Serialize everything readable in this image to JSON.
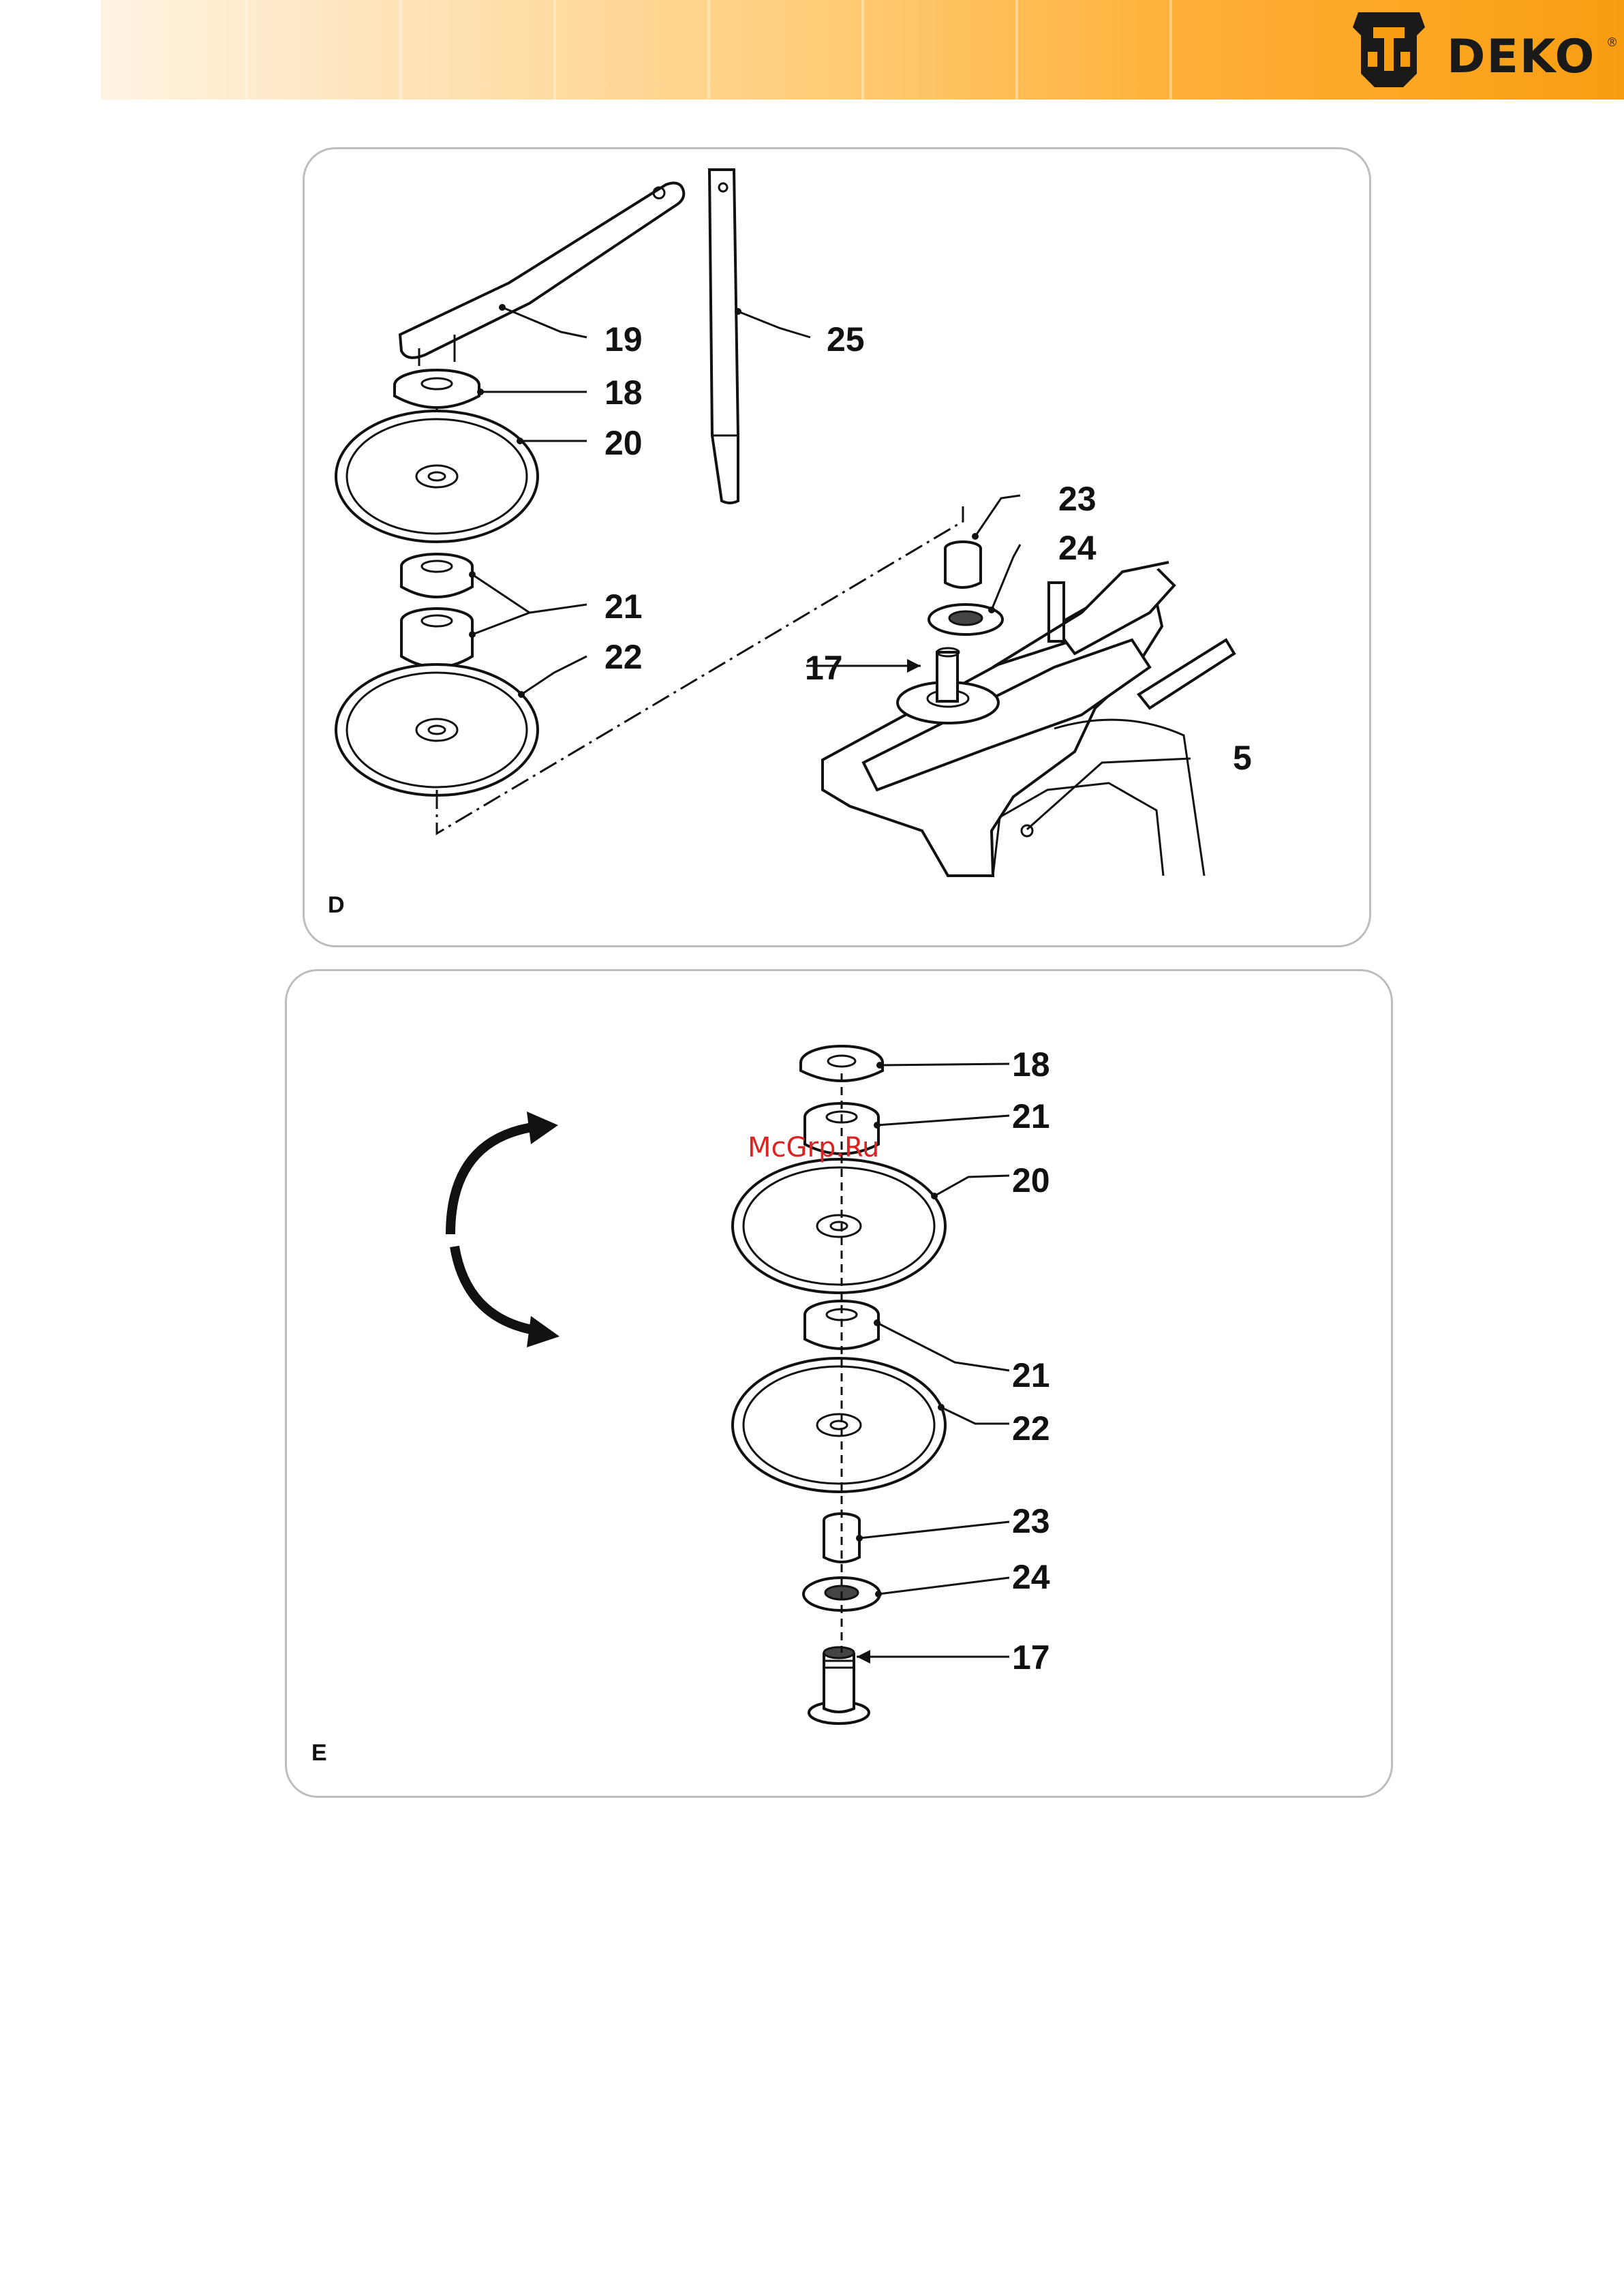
{
  "header": {
    "brand": "DEKO",
    "reg_mark": "®",
    "colors": {
      "light": "#fff3e2",
      "mid": "#ffcf7e",
      "dark": "#f99d10"
    },
    "logo_icon": "robot-head-icon"
  },
  "panel_d": {
    "label": "D",
    "callouts": {
      "c19": "19",
      "c18": "18",
      "c20": "20",
      "c21": "21",
      "c22": "22",
      "c25": "25",
      "c23": "23",
      "c24": "24",
      "c17": "17",
      "c5": "5"
    }
  },
  "panel_e": {
    "label": "E",
    "watermark": "McGrp.Ru",
    "callouts": {
      "c18": "18",
      "c21a": "21",
      "c20": "20",
      "c21b": "21",
      "c22": "22",
      "c23": "23",
      "c24": "24",
      "c17": "17"
    }
  }
}
